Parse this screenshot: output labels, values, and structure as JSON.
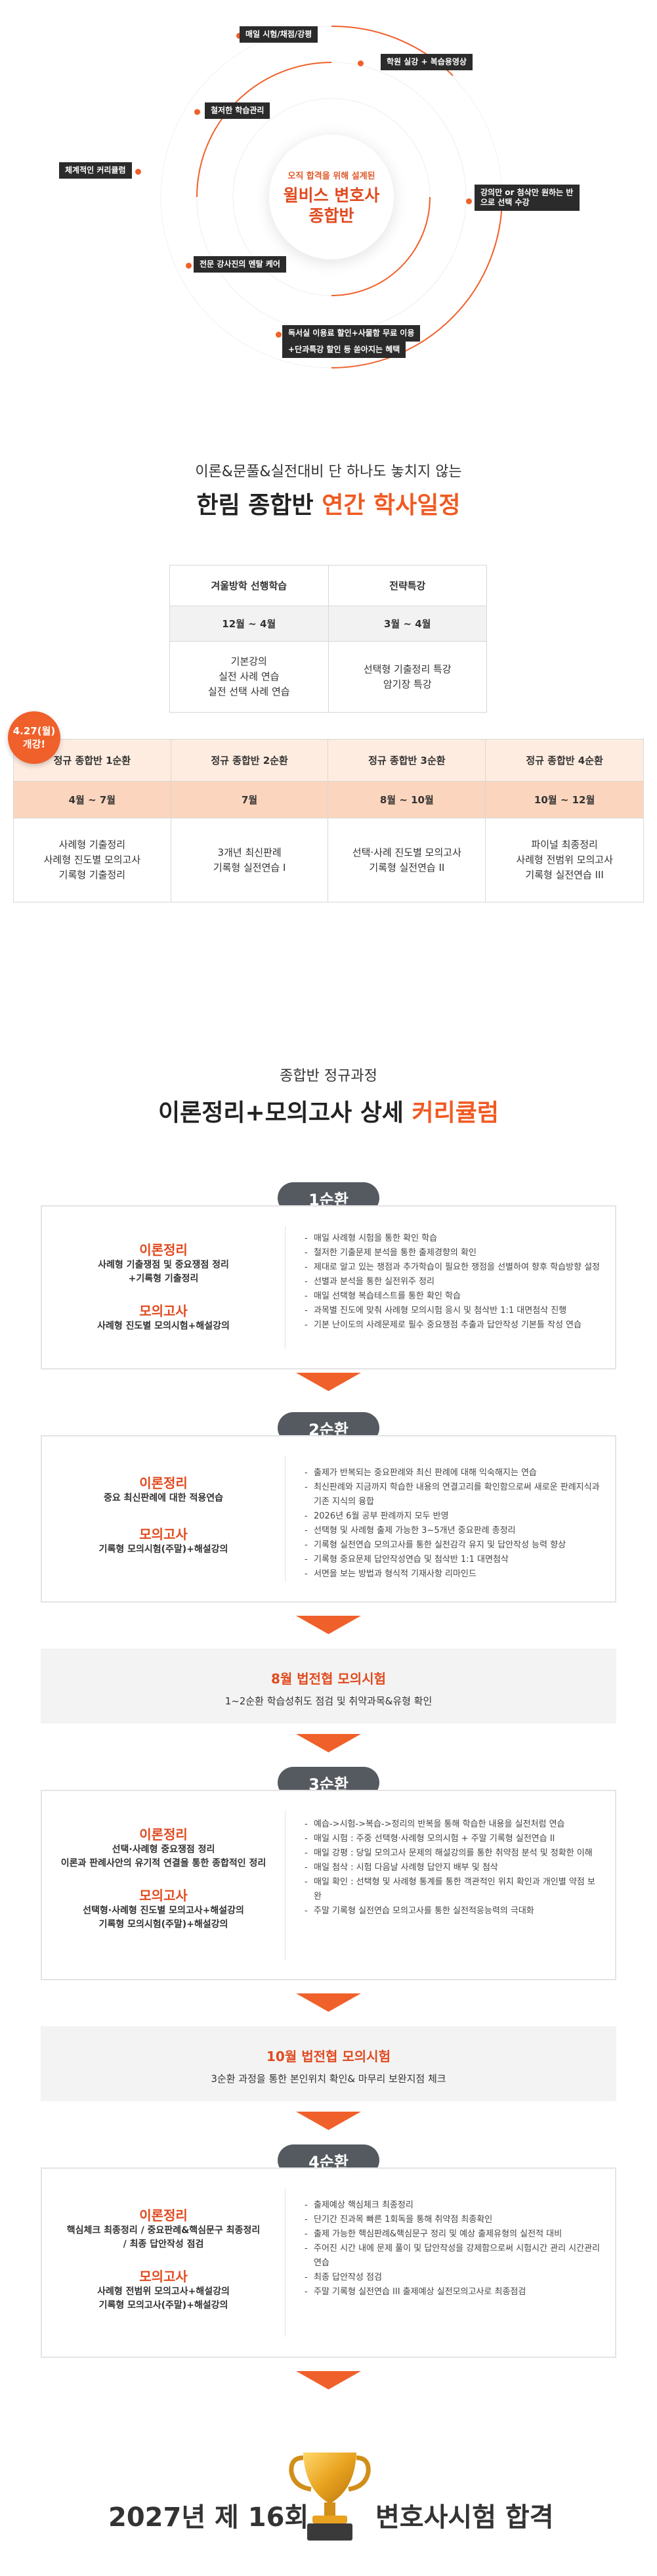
{
  "hero": {
    "center_sub": "오직 합격을 위해 설계된",
    "center_title_1": "윌비스 변호사",
    "center_title_2": "종합반",
    "labels": [
      "매일 시험/채점/강평",
      "학원 실강 + 복습용영상",
      "철저한 학습관리",
      "체계적인 커리큘럼",
      "강의만 or 첨삭만 원하는 반으로 선택 수강",
      "전문 강사진의 멘탈 케어",
      "독서실 이용료 할인+사물함 무료 이용",
      "+단과특강 할인 등 쏟아지는 혜택"
    ]
  },
  "schedule": {
    "subtitle": "이론&문풀&실전대비 단 하나도 놓치지 않는",
    "title_main": "한림 종합반 ",
    "title_accent": "연간 학사일정",
    "pre": {
      "headers": [
        "겨울방학 선행학습",
        "전략특강"
      ],
      "dates": [
        "12월 ~ 4월",
        "3월 ~ 4월"
      ],
      "bodies": [
        [
          "기본강의",
          "실전 사례 연습",
          "실전 선택 사례 연습"
        ],
        [
          "선택형 기출정리 특강",
          "암기장 특강"
        ]
      ]
    },
    "badge": [
      "4.27(월)",
      "개강!"
    ],
    "regular": {
      "headers": [
        "정규 종합반 1순환",
        "정규 종합반 2순환",
        "정규 종합반 3순환",
        "정규 종합반 4순환"
      ],
      "dates": [
        "4월 ~ 7월",
        "7월",
        "8월 ~ 10월",
        "10월 ~ 12월"
      ],
      "bodies": [
        [
          "사례형 기출정리",
          "사례형 진도별 모의고사",
          "기록형 기출정리"
        ],
        [
          "3개년 최신판례",
          "기록형 실전연습 I"
        ],
        [
          "선택·사례 진도별 모의고사",
          "기록형 실전연습 II"
        ],
        [
          "파이널 최종정리",
          "사례형 전범위 모의고사",
          "기록형 실전연습 III"
        ]
      ]
    }
  },
  "curriculum": {
    "subtitle": "종합반 정규과정",
    "title_main": "이론정리+모의고사 상세 ",
    "title_accent": "커리큘럼",
    "cycles": [
      {
        "label": "1순환",
        "theory_cat": "이론정리",
        "theory_lines": [
          "사례형 기출쟁점 및 중요쟁점 정리",
          "+기록형 기출정리"
        ],
        "mock_cat": "모의고사",
        "mock_lines": [
          "사례형 진도별 모의시험+해설강의"
        ],
        "items": [
          "매일 사례형 시험을 통한 확인 학습",
          "철저한 기출문제 분석을 통한 출제경향의 확인",
          "제대로 알고 있는 쟁점과 추가학습이 필요한 쟁점을 선별하여 향후 학습방향 설정",
          "선별과 분석을 통한 실전위주 정리",
          "매일 선택형 복습테스트를 통한 확인 학습",
          "과목별 진도에 맞춰 사례형 모의시험 응시 및 첨삭반 1:1 대면첨삭 진행",
          "기본 난이도의 사례문제로 필수 중요쟁점 추출과 답안작성 기본틀 작성 연습"
        ]
      },
      {
        "label": "2순환",
        "theory_cat": "이론정리",
        "theory_lines": [
          "중요 최신판례에 대한 적용연습"
        ],
        "mock_cat": "모의고사",
        "mock_lines": [
          "기록형 모의시험(주말)+해설강의"
        ],
        "items": [
          "출제가 반복되는 중요판례와 최신 판례에 대해 익숙해지는 연습",
          "최신판례와 지금까지 학습한 내용의 연결고리를 확인함으로써 새로운 판례지식과 기존 지식의 융합",
          "2026년 6월 공부 판례까지 모두 반영",
          "선택형 및 사례형 출제 가능한 3~5개년 중요판례 총정리",
          "기록형 실전연습 모의고사를 통한 실전감각 유지 및 답안작성 능력 향상",
          "기록형 중요문제 답안작성연습 및 첨삭반 1:1 대면첨삭",
          "서면을 보는 방법과 형식적 기재사항 리마인드"
        ]
      },
      {
        "label": "3순환",
        "theory_cat": "이론정리",
        "theory_lines": [
          "선택·사례형 중요쟁점 정리",
          "이론과 판례사안의 유기적 연결을 통한 종합적인 정리"
        ],
        "mock_cat": "모의고사",
        "mock_lines": [
          "선택형·사례형 진도별 모의고사+해설강의",
          "기록형 모의시험(주말)+해설강의"
        ],
        "items": [
          "예습->시험->복습->정리의 반복을 통해 학습한 내용을 실전처럼 연습",
          "매일 시험 : 주중 선택형·사례형 모의시험 + 주말 기록형 실전연습 II",
          "매일 강평 : 당일 모의고사 문제의 해설강의를 통한 취약점 분석 및 정확한 이해",
          "매일 첨삭 : 시험 다음날 사례형 답안지 배부 및 첨삭",
          "매일 확인 : 선택형 및 사례형 통계를 통한 객관적인 위치 확인과 개인별 약점 보완",
          "주말 기록형 실전연습 모의고사를 통한 실전적응능력의 극대화"
        ]
      },
      {
        "label": "4순환",
        "theory_cat": "이론정리",
        "theory_lines": [
          "핵심체크 최종정리 / 중요판례&핵심문구 최종정리",
          "/ 최종 답안작성 점검"
        ],
        "mock_cat": "모의고사",
        "mock_lines": [
          "사례형 전범위 모의고사+해설강의",
          "기록형 모의고사(주말)+해설강의"
        ],
        "items": [
          "출제예상 핵심체크 최종정리",
          "단기간 진과목 빠른 1회독을 통해 취약점 최종확인",
          "출제 가능한 핵심판례&핵심문구 정리 및 예상 출제유형의 실전적 대비",
          "주어진 시간 내에 문제 풀이 및 답안작성을 강제함으로써 시험시간 관리 시간관리 연습",
          "최종 답안작성 점검",
          "주말 기록형 실전연습 III 출제예상 실전모의고사로 최종점검"
        ]
      }
    ],
    "exams": [
      {
        "title": "8월 법전협 모의시험",
        "desc": "1~2순환 학습성취도 점검 및 취약과목&유형 확인"
      },
      {
        "title": "10월 법전협 모의시험",
        "desc": "3순환 과정을 통한 본인위치 확인& 마무리 보완지점 체크"
      }
    ],
    "final_left": "2027년 제 16회",
    "final_right": "변호사시험 합격"
  },
  "colors": {
    "accent": "#f05a22",
    "pill": "#555a60",
    "dark_label": "#2b2b2b"
  },
  "icons": [
    "trophy-icon",
    "down-arrow-icon"
  ]
}
